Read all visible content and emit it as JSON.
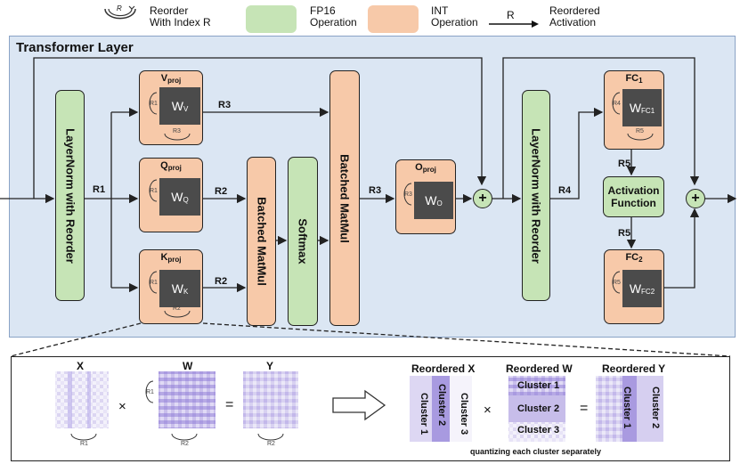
{
  "legend": {
    "reorder_label": "Reorder\nWith Index R",
    "reorder_icon_letter": "R",
    "fp16_label": "FP16\nOperation",
    "int_label": "INT\nOperation",
    "arrow_letter": "R",
    "reordered_label": "Reordered\nActivation",
    "fp16_color": "#c6e4b6",
    "int_color": "#f7c9a9"
  },
  "transformer_title": "Transformer Layer",
  "blocks": {
    "layernorm1": "LayerNorm with Reorder",
    "layernorm2": "LayerNorm with Reorder",
    "v_proj": {
      "title": "V",
      "sub": "proj",
      "weight": "W",
      "weight_sub": "V",
      "in_r": "R1",
      "out_r": "R3"
    },
    "q_proj": {
      "title": "Q",
      "sub": "proj",
      "weight": "W",
      "weight_sub": "Q",
      "in_r": "R1",
      "out_r": "R2"
    },
    "k_proj": {
      "title": "K",
      "sub": "proj",
      "weight": "W",
      "weight_sub": "K",
      "in_r": "R1",
      "out_r": "R2"
    },
    "batched_matmul1": "Batched MatMul",
    "softmax": "Softmax",
    "batched_matmul2": "Batched MatMul",
    "o_proj": {
      "title": "O",
      "sub": "proj",
      "weight": "W",
      "weight_sub": "O",
      "in_r": "R3"
    },
    "fc1": {
      "title": "FC",
      "sub": "1",
      "weight": "W",
      "weight_sub": "FC1",
      "in_r": "R4",
      "out_r": "R5"
    },
    "activation": "Activation\nFunction",
    "fc2": {
      "title": "FC",
      "sub": "2",
      "weight": "W",
      "weight_sub": "FC2",
      "in_r": "R5"
    },
    "plus": "+"
  },
  "edges": {
    "r1": "R1",
    "r2a": "R2",
    "r2b": "R2",
    "r3a": "R3",
    "r3b": "R3",
    "r4": "R4",
    "r5a": "R5",
    "r5b": "R5"
  },
  "zoom": {
    "x_label": "X",
    "w_label": "W",
    "y_label": "Y",
    "times": "×",
    "equals": "=",
    "x_r": "R1",
    "w_r_side": "R1",
    "w_r": "R2",
    "y_r": "R2",
    "reordered_x": "Reordered  X",
    "reordered_w": "Reordered  W",
    "reordered_y": "Reordered  Y",
    "cluster_1": "Cluster 1",
    "cluster_2": "Cluster 2",
    "cluster_3": "Cluster 3",
    "caption": "quantizing each cluster separately"
  }
}
